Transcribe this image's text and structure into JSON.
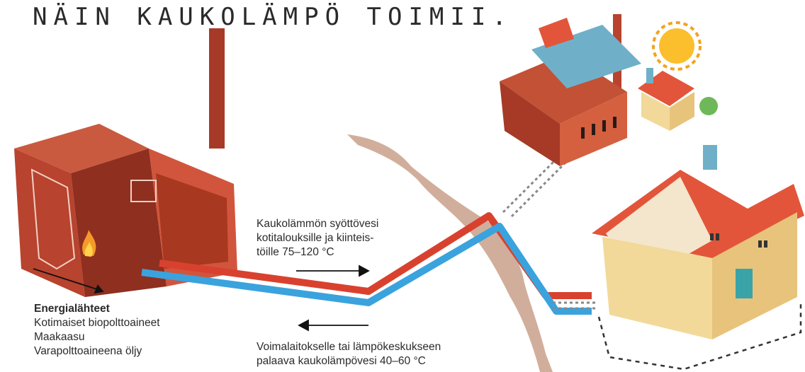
{
  "title": "NÄIN KAUKOLÄMPÖ TOIMII.",
  "supply_label": {
    "line1": "Kaukolämmön syöttövesi",
    "line2": "kotitalouksille ja kiinteis-",
    "line3": "töille 75–120 °C"
  },
  "return_label": {
    "line1": "Voimalaitokselle tai lämpökeskukseen",
    "line2": "palaava kaukolämpövesi 40–60 °C"
  },
  "energy_sources": {
    "heading": "Energialähteet",
    "items": [
      "Kotimaiset biopolttoaineet",
      "Maakaasu",
      "Varapolttoaineena öljy"
    ]
  },
  "colors": {
    "supply_pipe": "#d9412f",
    "return_pipe": "#3aa3dd",
    "plant": "#b8432e",
    "ground_crack": "#c9a08a",
    "house_roof": "#e2553a"
  }
}
